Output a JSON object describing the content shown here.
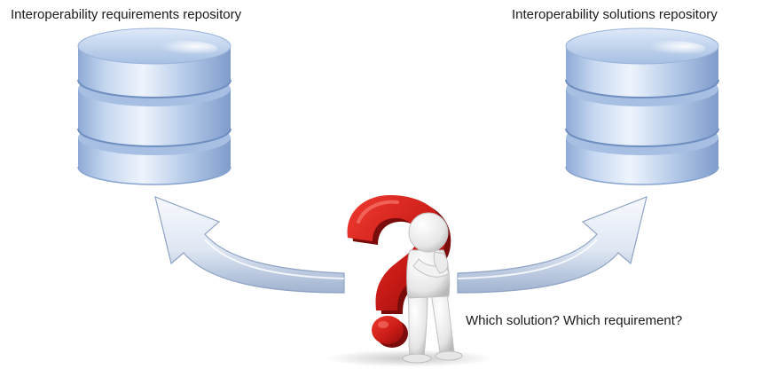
{
  "labels": {
    "requirements_repository": "Interoperability requirements repository",
    "solutions_repository": "Interoperability solutions repository",
    "question": "Which solution? Which requirement?"
  },
  "icons": {
    "left_database": "database-icon",
    "right_database": "database-icon",
    "left_arrow": "curved-arrow-icon",
    "right_arrow": "curved-arrow-icon",
    "question_mark": "question-mark-icon",
    "figure": "thinking-person-icon"
  },
  "colors": {
    "database_light": "#e4eefb",
    "database_mid": "#a9c3e6",
    "database_dark": "#7a9ccb",
    "arrow_light": "#f1f5fb",
    "arrow_dark": "#a9b9d3",
    "question_red": "#d4211d",
    "question_dark": "#8e1210",
    "figure_light": "#ffffff",
    "figure_shade": "#cfcfcf"
  }
}
